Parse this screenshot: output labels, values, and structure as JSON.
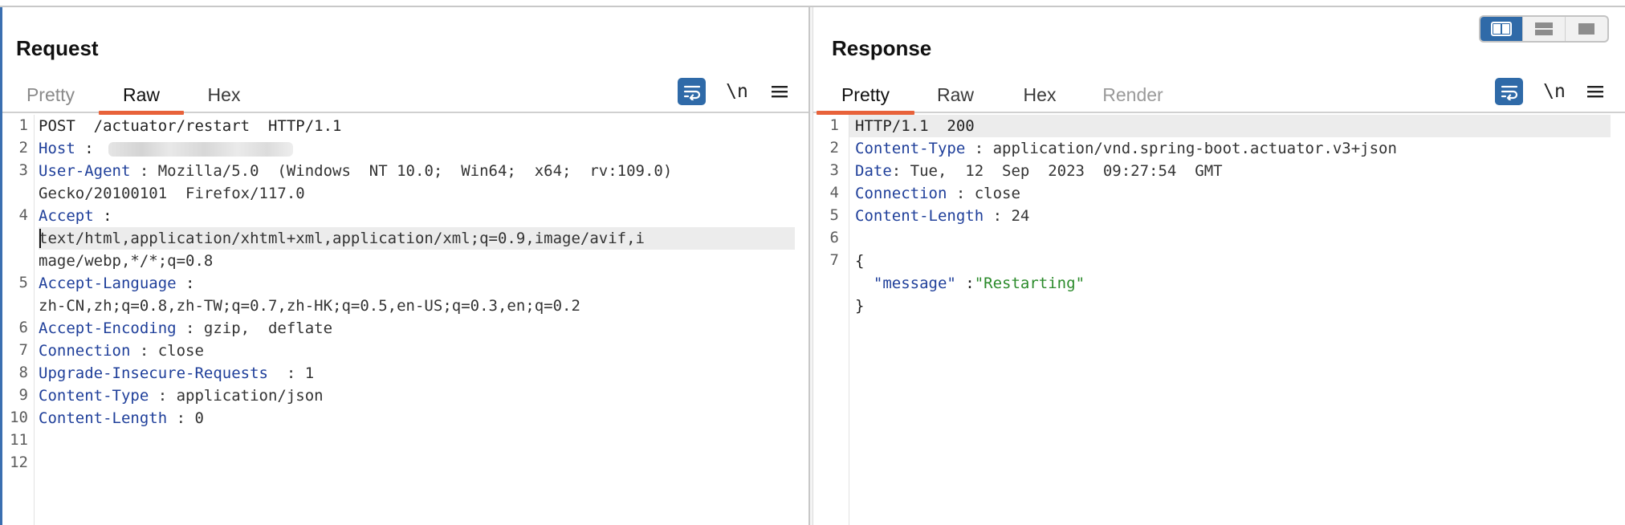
{
  "request": {
    "title": "Request",
    "tabs": [
      {
        "label": "Pretty",
        "active": false
      },
      {
        "label": "Raw",
        "active": true
      },
      {
        "label": "Hex",
        "active": false
      }
    ],
    "newline_toggle": "\\n",
    "lines": [
      {
        "n": "1",
        "segments": [
          {
            "t": "POST  /actuator/restart  HTTP/1.1",
            "c": "plain"
          }
        ]
      },
      {
        "n": "2",
        "segments": [
          {
            "t": "Host",
            "c": "k"
          },
          {
            "t": " :",
            "c": "sep"
          }
        ],
        "redacted": true
      },
      {
        "n": "3",
        "segments": [
          {
            "t": "User-Agent",
            "c": "k"
          },
          {
            "t": " : Mozilla/5.0  (Windows  NT 10.0;  Win64;  x64;  rv:109.0)",
            "c": "v"
          }
        ]
      },
      {
        "n": "",
        "segments": [
          {
            "t": "Gecko/20100101  Firefox/117.0",
            "c": "v"
          }
        ]
      },
      {
        "n": "4",
        "segments": [
          {
            "t": "Accept",
            "c": "k"
          },
          {
            "t": " :",
            "c": "sep"
          }
        ]
      },
      {
        "n": "",
        "segments": [
          {
            "t": "text/html,application/xhtml+xml,application/xml;q=0.9,image/avif,i",
            "c": "v"
          }
        ],
        "highlight": true,
        "caret": true
      },
      {
        "n": "",
        "segments": [
          {
            "t": "mage/webp,*/*;q=0.8",
            "c": "v"
          }
        ]
      },
      {
        "n": "5",
        "segments": [
          {
            "t": "Accept-Language",
            "c": "k"
          },
          {
            "t": " :",
            "c": "sep"
          }
        ]
      },
      {
        "n": "",
        "segments": [
          {
            "t": "zh-CN,zh;q=0.8,zh-TW;q=0.7,zh-HK;q=0.5,en-US;q=0.3,en;q=0.2",
            "c": "v"
          }
        ]
      },
      {
        "n": "6",
        "segments": [
          {
            "t": "Accept-Encoding",
            "c": "k"
          },
          {
            "t": " : gzip,  deflate",
            "c": "v"
          }
        ]
      },
      {
        "n": "7",
        "segments": [
          {
            "t": "Connection",
            "c": "k"
          },
          {
            "t": " : close",
            "c": "v"
          }
        ]
      },
      {
        "n": "8",
        "segments": [
          {
            "t": "Upgrade-Insecure-Requests",
            "c": "k"
          },
          {
            "t": "  : 1",
            "c": "v"
          }
        ]
      },
      {
        "n": "9",
        "segments": [
          {
            "t": "Content-Type",
            "c": "k"
          },
          {
            "t": " : application/json",
            "c": "v"
          }
        ]
      },
      {
        "n": "10",
        "segments": [
          {
            "t": "Content-Length",
            "c": "k"
          },
          {
            "t": " : 0",
            "c": "v"
          }
        ]
      },
      {
        "n": "11",
        "segments": []
      },
      {
        "n": "12",
        "segments": []
      }
    ]
  },
  "response": {
    "title": "Response",
    "tabs": [
      {
        "label": "Pretty",
        "active": true
      },
      {
        "label": "Raw",
        "active": false
      },
      {
        "label": "Hex",
        "active": false
      },
      {
        "label": "Render",
        "active": false,
        "disabled": true
      }
    ],
    "newline_toggle": "\\n",
    "lines": [
      {
        "n": "1",
        "segments": [
          {
            "t": "HTTP/1.1  200",
            "c": "plain"
          }
        ],
        "highlight": true
      },
      {
        "n": "2",
        "segments": [
          {
            "t": "Content-Type",
            "c": "k"
          },
          {
            "t": " : application/vnd.spring-boot.actuator.v3+json",
            "c": "v"
          }
        ]
      },
      {
        "n": "3",
        "segments": [
          {
            "t": "Date",
            "c": "k"
          },
          {
            "t": ": Tue,  12  Sep  2023  09:27:54  GMT",
            "c": "v"
          }
        ]
      },
      {
        "n": "4",
        "segments": [
          {
            "t": "Connection",
            "c": "k"
          },
          {
            "t": " : close",
            "c": "v"
          }
        ]
      },
      {
        "n": "5",
        "segments": [
          {
            "t": "Content-Length",
            "c": "k"
          },
          {
            "t": " : 24",
            "c": "v"
          }
        ]
      },
      {
        "n": "6",
        "segments": []
      },
      {
        "n": "7",
        "segments": [
          {
            "t": "{",
            "c": "plain"
          }
        ]
      },
      {
        "n": "",
        "segments": [
          {
            "t": "  \"message\"",
            "c": "jkey"
          },
          {
            "t": " :",
            "c": "sep"
          },
          {
            "t": "\"Restarting\"",
            "c": "jstr"
          }
        ]
      },
      {
        "n": "",
        "segments": [
          {
            "t": "}",
            "c": "plain"
          }
        ]
      }
    ]
  },
  "layout_switch": {
    "options": [
      {
        "icon": "split-columns-icon",
        "active": true
      },
      {
        "icon": "split-rows-icon",
        "active": false
      },
      {
        "icon": "single-pane-icon",
        "active": false
      }
    ]
  },
  "colors": {
    "accent": "#e8623a",
    "brand": "#2f6aa8",
    "header_key": "#1f3f9a",
    "json_string": "#2a8a2a"
  }
}
